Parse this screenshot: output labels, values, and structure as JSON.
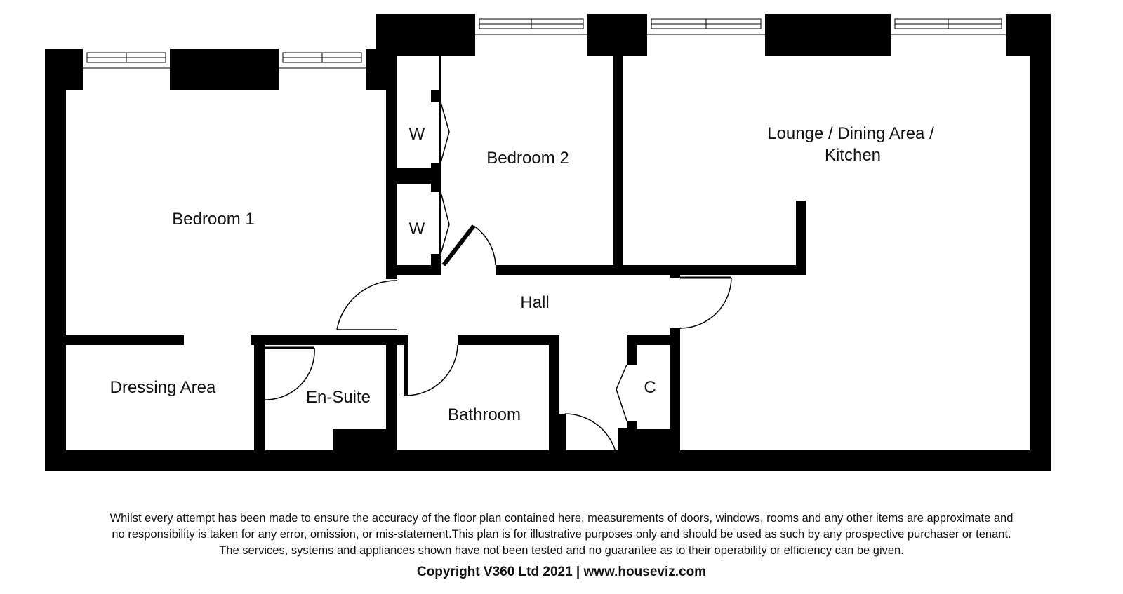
{
  "rooms": {
    "bedroom_1": "Bedroom 1",
    "bedroom_2": "Bedroom 2",
    "lounge_line1": "Lounge / Dining Area /",
    "lounge_line2": "Kitchen",
    "hall": "Hall",
    "dressing_area": "Dressing Area",
    "en_suite": "En-Suite",
    "bathroom": "Bathroom",
    "wardrobe_1": "W",
    "wardrobe_2": "W",
    "cupboard": "C"
  },
  "disclaimer": {
    "line1": "Whilst every attempt has been made to ensure the accuracy of the floor plan contained here, measurements of doors, windows, rooms and any other items are approximate and",
    "line2": "no responsibility is taken for any error, omission, or mis-statement.This plan is for illustrative purposes only and should be used as such by any prospective purchaser or tenant.",
    "line3": "The services, systems and appliances shown have not been tested and no guarantee as to their operability or efficiency can be given."
  },
  "copyright": "Copyright V360 Ltd 2021 | www.houseviz.com",
  "colors": {
    "wall": "#000000",
    "background": "#ffffff",
    "text": "#111111"
  }
}
